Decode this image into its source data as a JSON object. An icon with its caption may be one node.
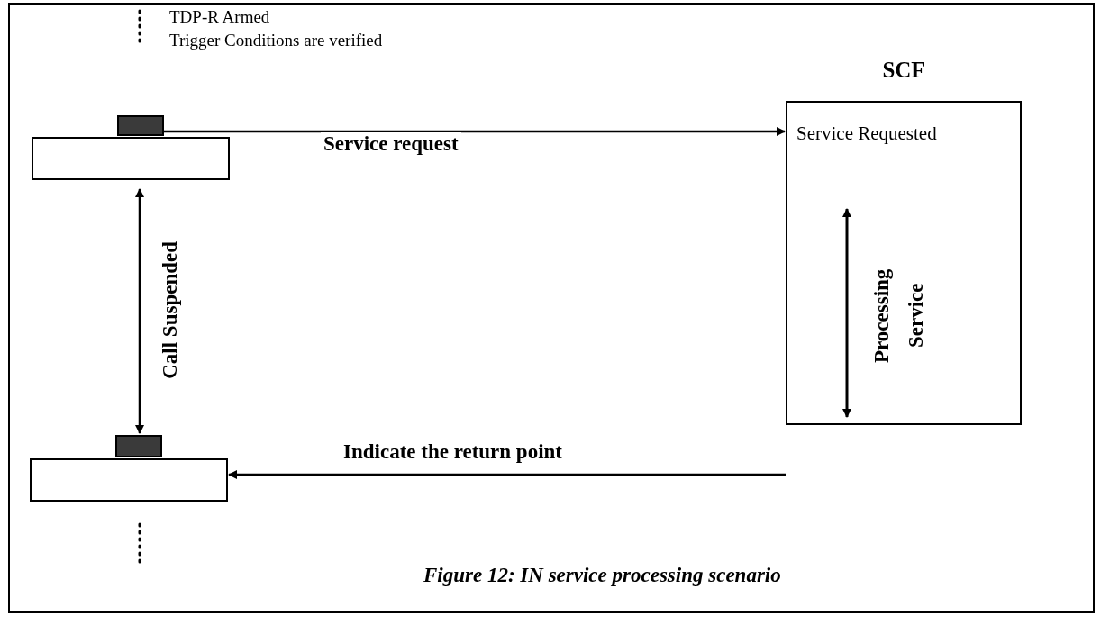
{
  "diagram": {
    "caption": "Figure 12: IN service processing scenario",
    "nodes": [
      {
        "text": [],
        "shape": "box"
      },
      {
        "text": [],
        "shape": "box"
      },
      {
        "text": [],
        "shape": "box"
      },
      {
        "text": [],
        "shape": "box"
      },
      {
        "text": [
          "SCF",
          "Service Requested"
        ]
      }
    ],
    "edges": [
      {
        "from": 1,
        "to": 4,
        "label": "Service request",
        "arrow": "to"
      },
      {
        "from": 0,
        "to": 2,
        "label": "Call Suspended",
        "arrow": "both"
      },
      {
        "from": 4,
        "to": 3,
        "label": "Indicate the return point",
        "arrow": "to"
      }
    ],
    "labels": [
      "TDP-R Armed",
      "Trigger Conditions are verified",
      "Processing Service"
    ]
  }
}
